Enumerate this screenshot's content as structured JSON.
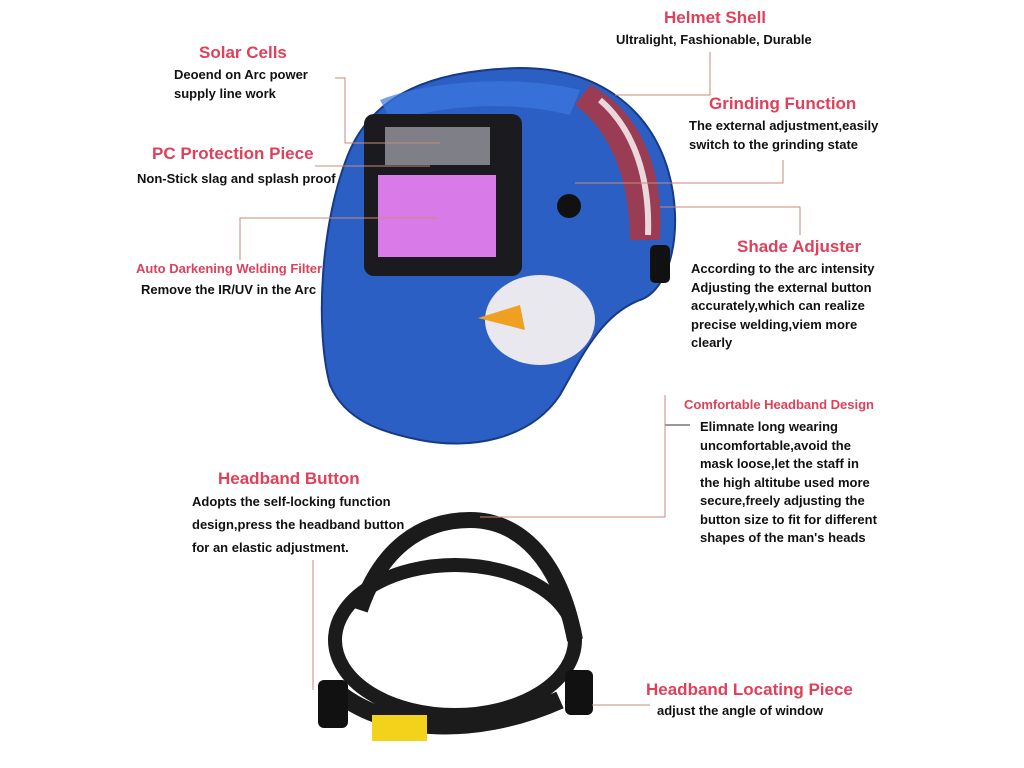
{
  "callouts": {
    "helmet_shell": {
      "title": "Helmet Shell",
      "desc": [
        "Ultralight, Fashionable, Durable"
      ]
    },
    "solar_cells": {
      "title": "Solar Cells",
      "desc": [
        "Deoend on Arc power",
        "supply line work"
      ]
    },
    "pc_protection": {
      "title": "PC Protection Piece",
      "desc": [
        "Non-Stick slag and splash proof"
      ]
    },
    "auto_darkening": {
      "title": "Auto Darkening Welding Filter",
      "desc": [
        "Remove the IR/UV in the Arc"
      ]
    },
    "grinding": {
      "title": "Grinding Function",
      "desc": [
        "The external adjustment,easily",
        "switch to the grinding state"
      ]
    },
    "shade_adjuster": {
      "title": "Shade Adjuster",
      "desc": [
        "According to the arc intensity",
        "Adjusting the external button",
        "accurately,which can realize",
        "precise welding,viem more",
        "clearly"
      ]
    },
    "headband_design": {
      "title": "Comfortable Headband Design",
      "desc": [
        "Elimnate long wearing",
        "uncomfortable,avoid the",
        "mask loose,let the staff in",
        "the high altitube used more",
        "secure,freely adjusting the",
        "button size to fit for different",
        "shapes of the man's heads"
      ]
    },
    "headband_button": {
      "title": "Headband Button",
      "desc": [
        "Adopts the self-locking function",
        "design,press the headband button",
        "for an elastic adjustment."
      ]
    },
    "locating_piece": {
      "title": "Headband Locating Piece",
      "desc": [
        "adjust the angle of window"
      ]
    }
  },
  "colors": {
    "title": "#e0405a",
    "helmet": "#2b5fc4",
    "filter": "#d87ae8"
  }
}
